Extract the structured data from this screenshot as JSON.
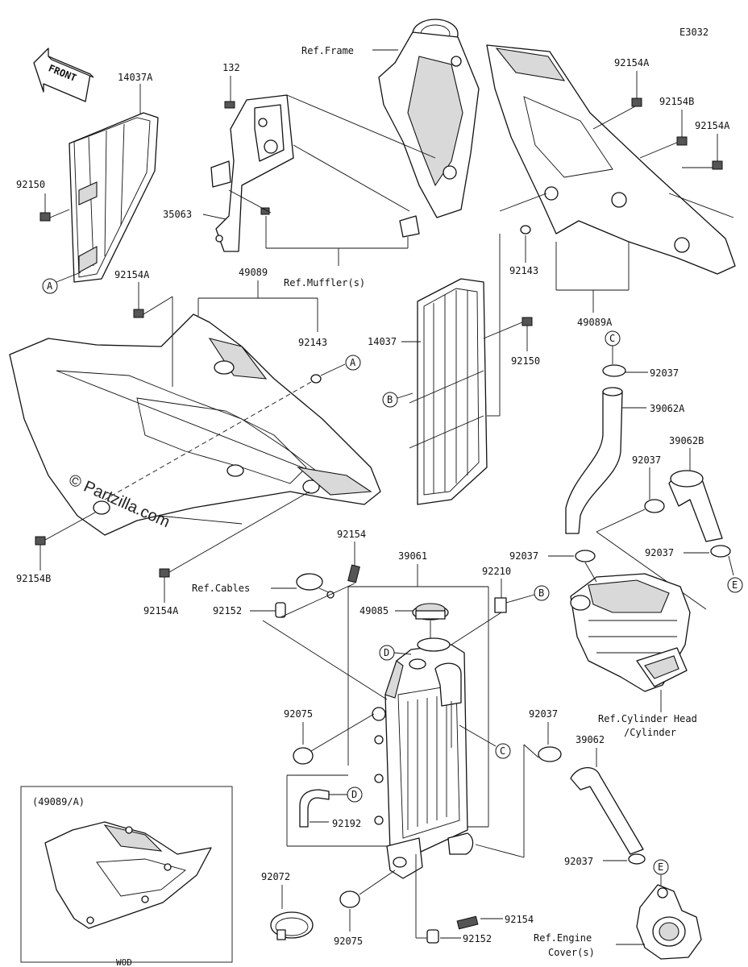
{
  "diagram_code": "E3032",
  "watermark": "© Partzilla.com",
  "front_arrow": "FRONT",
  "part_labels": {
    "p14037A": "14037A",
    "p132": "132",
    "p92154A_top1": "92154A",
    "p92154B_top": "92154B",
    "p92154A_top2": "92154A",
    "p92150_left": "92150",
    "p35063": "35063",
    "p49089": "49089",
    "p92154A_left": "92154A",
    "p92143_mid": "92143",
    "p92143_right": "92143",
    "p49089A": "49089A",
    "p14037": "14037",
    "p92150_mid": "92150",
    "p92037_c": "92037",
    "p39062A": "39062A",
    "p39062B": "39062B",
    "p92037_hose": "92037",
    "p92037_b": "92037",
    "p92037_e": "92037",
    "p92154B_low": "92154B",
    "p92154A_low": "92154A",
    "p92154_top": "92154",
    "p39061": "39061",
    "p92210": "92210",
    "p49085": "49085",
    "p92152_top": "92152",
    "p92075_top": "92075",
    "p92037_low": "92037",
    "p39062": "39062",
    "p92192": "92192",
    "p92072": "92072",
    "p92075_low": "92075",
    "p92154_low": "92154",
    "p92152_low": "92152",
    "p92037_bottom": "92037"
  },
  "reference_labels": {
    "frame": "Ref.Frame",
    "mufflers": "Ref.Muffler(s)",
    "cables": "Ref.Cables",
    "cylinder_head_1": "Ref.Cylinder Head",
    "cylinder_head_2": "/Cylinder",
    "engine_cover_1": "Ref.Engine",
    "engine_cover_2": "Cover(s)"
  },
  "callouts": {
    "A": "A",
    "B": "B",
    "C": "C",
    "D": "D",
    "E": "E"
  },
  "inset": {
    "title": "(49089/A)",
    "caption": "WOD"
  }
}
